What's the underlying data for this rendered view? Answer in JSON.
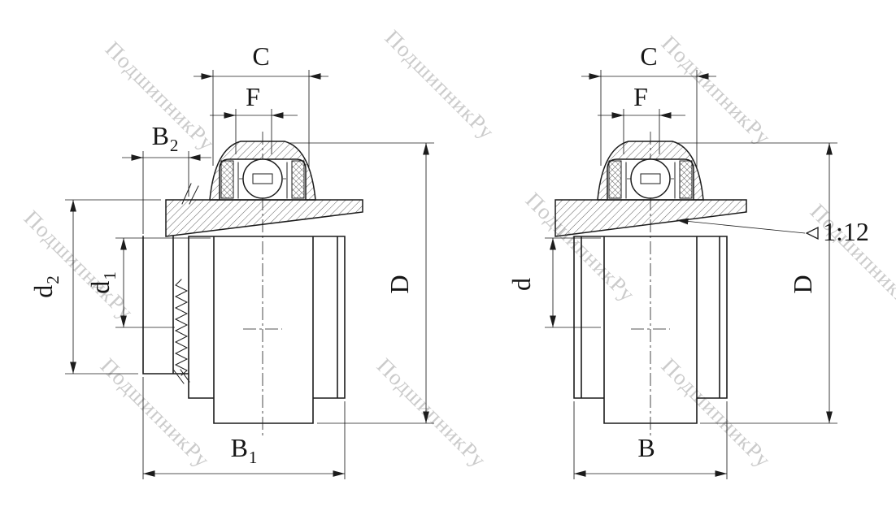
{
  "watermark": {
    "text": "ПодшипникРу"
  },
  "colors": {
    "line": "#1c1c1c",
    "watermark": "#cbcbcb",
    "background": "#ffffff"
  },
  "left_view": {
    "dim_c": "C",
    "dim_f": "F",
    "dim_b2": {
      "base": "B",
      "sub": "2"
    },
    "dim_d2": {
      "base": "d",
      "sub": "2"
    },
    "dim_d1": {
      "base": "d",
      "sub": "1"
    },
    "dim_D": "D",
    "dim_b1": {
      "base": "B",
      "sub": "1"
    }
  },
  "right_view": {
    "dim_c": "C",
    "dim_f": "F",
    "dim_d": "d",
    "dim_D": "D",
    "dim_b": "B",
    "taper": "1:12"
  }
}
